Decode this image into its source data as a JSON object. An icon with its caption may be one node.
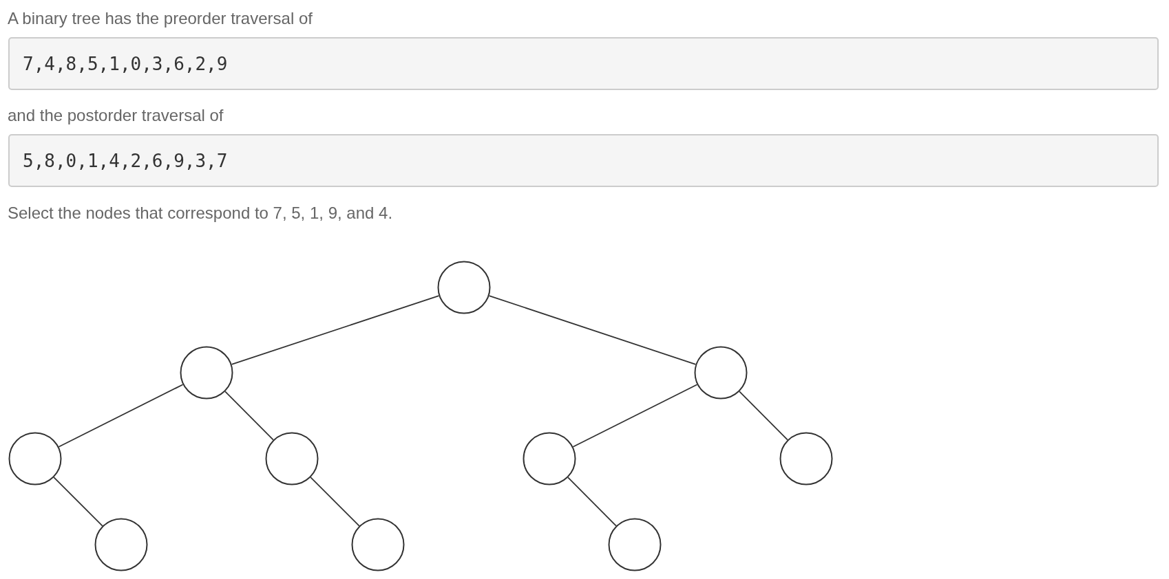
{
  "diagram": {
    "nodes": [
      {
        "text": [
          "7,4,8,5,1,0,3,6,2,9"
        ]
      },
      {
        "text": [
          "5,8,0,1,4,2,6,9,3,7"
        ]
      },
      {
        "text": [],
        "shape": "circle"
      },
      {
        "text": [],
        "shape": "circle"
      },
      {
        "text": [],
        "shape": "circle"
      },
      {
        "text": [],
        "shape": "circle"
      },
      {
        "text": [],
        "shape": "circle"
      },
      {
        "text": [],
        "shape": "circle"
      },
      {
        "text": [],
        "shape": "circle"
      },
      {
        "text": [],
        "shape": "circle"
      },
      {
        "text": [],
        "shape": "circle"
      },
      {
        "text": [],
        "shape": "circle"
      }
    ],
    "edges": [
      {
        "from": 2,
        "to": 3,
        "arrow": "none"
      },
      {
        "from": 2,
        "to": 4,
        "arrow": "none"
      },
      {
        "from": 3,
        "to": 5,
        "arrow": "none"
      },
      {
        "from": 3,
        "to": 6,
        "arrow": "none"
      },
      {
        "from": 4,
        "to": 7,
        "arrow": "none"
      },
      {
        "from": 4,
        "to": 8,
        "arrow": "none"
      },
      {
        "from": 5,
        "to": 9,
        "arrow": "none"
      },
      {
        "from": 6,
        "to": 10,
        "arrow": "none"
      },
      {
        "from": 7,
        "to": 11,
        "arrow": "none"
      }
    ],
    "labels": [
      "A binary tree has the preorder traversal of",
      "and the postorder traversal of",
      "Select the nodes that correspond to 7, 5, 1, 9, and 4."
    ]
  }
}
